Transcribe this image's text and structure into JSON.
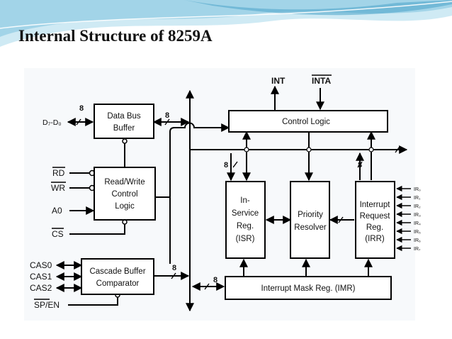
{
  "slide": {
    "title": "Internal Structure of 8259A",
    "colors": {
      "wave_light": "#cfeaf4",
      "wave_mid": "#8fcbe3",
      "wave_dark": "#4aa3c8",
      "panel": "#f7f9fb"
    }
  },
  "diagram": {
    "blocks": {
      "data_bus_buffer": [
        "Data Bus",
        "Buffer"
      ],
      "read_write_logic": [
        "Read/Write",
        "Control",
        "Logic"
      ],
      "cascade_buffer": [
        "Cascade Buffer",
        "Comparator"
      ],
      "control_logic": "Control Logic",
      "isr": [
        "In-",
        "Service",
        "Reg.",
        "(ISR)"
      ],
      "priority_resolver": [
        "Priority",
        "Resolver"
      ],
      "irr": [
        "Interrupt",
        "Request",
        "Reg.",
        "(IRR)"
      ],
      "imr": "Interrupt Mask Reg. (IMR)"
    },
    "signals": {
      "data_bus": "D₇-D₀",
      "rd": "RD",
      "wr": "WR",
      "a0": "A0",
      "cs": "CS",
      "cas0": "CAS0",
      "cas1": "CAS1",
      "cas2": "CAS2",
      "sp_en": "SP/EN",
      "int": "INT",
      "inta": "INTA",
      "ir_lines": [
        "IR₀",
        "IR₁",
        "IR₂",
        "IR₃",
        "IR₄",
        "IR₅",
        "IR₆",
        "IR₇"
      ]
    },
    "bus_widths": [
      "8",
      "8",
      "8",
      "8",
      "8",
      "8"
    ]
  }
}
